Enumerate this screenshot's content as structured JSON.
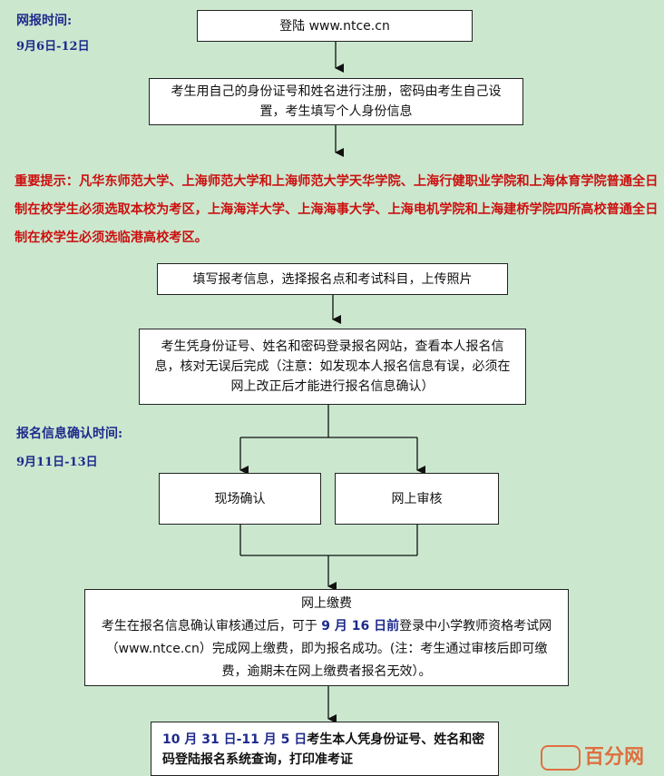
{
  "left_labels": {
    "online_reg_title": "网报时间:",
    "online_reg_dates": "9月6日-12日",
    "confirm_title": "报名信息确认时间:",
    "confirm_dates": "9月11日-13日"
  },
  "steps": {
    "login": "登陆 www.ntce.cn",
    "register": "考生用自己的身份证号和姓名进行注册，密码由考生自己设置，考生填写个人身份信息",
    "fill_info": "填写报考信息，选择报名点和考试科目，上传照片",
    "check_info": "考生凭身份证号、姓名和密码登录报名网站，查看本人报名信息，核对无误后完成（注意：如发现本人报名信息有误，必须在网上改正后才能进行报名信息确认）",
    "onsite_confirm": "现场确认",
    "online_review": "网上审核",
    "payment_title": "网上缴费",
    "payment_before": "考生在报名信息确认审核通过后，可于 ",
    "payment_date": "9 月 16 日前",
    "payment_after": "登录中小学教师资格考试网（www.ntce.cn）完成网上缴费，即为报名成功。(注：考生通过审核后即可缴费，逾期未在网上缴费者报名无效）。",
    "admit_dates": "10 月 31 日-11 月 5 日",
    "admit_text": "考生本人凭身份证号、姓名和密码登陆报名系统查询，打印准考证"
  },
  "notice": "重要提示：凡华东师范大学、上海师范大学和上海师范大学天华学院、上海行健职业学院和上海体育学院普通全日制在校学生必须选取本校为考区，上海海洋大学、上海海事大学、上海电机学院和上海建桥学院四所高校普通全日制在校学生必须选临港高校考区。",
  "watermark": "百分网",
  "colors": {
    "background": "#cbe8cf",
    "notice": "#cc1010",
    "label": "#1e2a8c"
  }
}
